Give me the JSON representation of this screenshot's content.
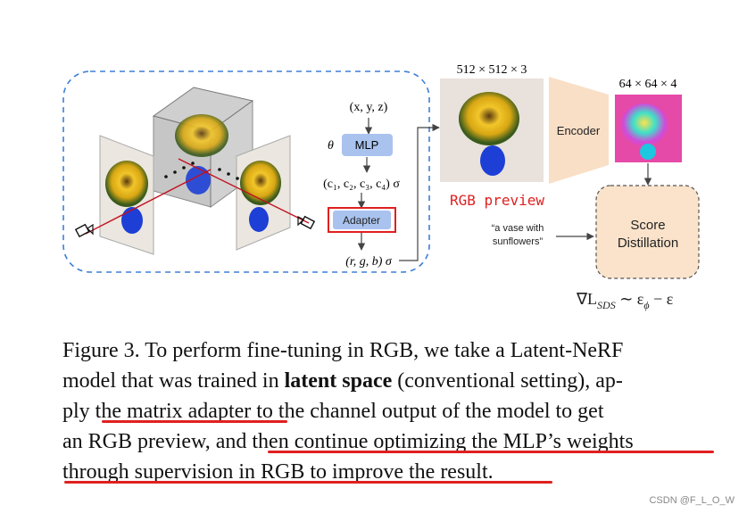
{
  "figure": {
    "input_label": "(x, y, z)",
    "theta_label": "θ",
    "mlp_label": "MLP",
    "c_label": "(c₁, c₂, c₃, c₄) σ",
    "adapter_label": "Adapter",
    "rgb_out_label": "(r, g, b) σ",
    "preview_size_label": "512 × 512 × 3",
    "latent_size_label": "64 × 64 × 4",
    "encoder_label": "Encoder",
    "rgb_preview_label": "RGB preview",
    "prompt_label": "“a vase with sunflowers”",
    "score_label": "Score Distillation",
    "sds_label": "∇L",
    "sds_sub": "SDS",
    "sds_rest": " ∼ ε",
    "sds_phi": "ϕ",
    "sds_tail": " − ε",
    "colors": {
      "dashed_blue": "#3d7fd6",
      "mlp_fill": "#a9c3ee",
      "adapter_fill": "#a9c3ee",
      "encoder_fill": "#f9dfc6",
      "score_fill": "#fbe3cb",
      "highlight_red": "#e02020",
      "preview_red": "#e02020"
    }
  },
  "caption": {
    "line1_a": "Figure 3. To perform fine-tuning in RGB, we take a Latent-NeRF",
    "line2_a": "model that was trained in ",
    "line2_bold": "latent space",
    "line2_b": " (conventional setting), ap-",
    "line3_a": "ply ",
    "line3_u": "the matrix adapter",
    "line3_b": " to the channel output of the model to get",
    "line4_a": "an RGB preview, and ",
    "line4_u": "then continue optimizing the MLP’s weights",
    "line5_u": "through supervision in RGB",
    "line5_b": " to improve the result."
  },
  "watermark": "CSDN @F_L_O_W"
}
